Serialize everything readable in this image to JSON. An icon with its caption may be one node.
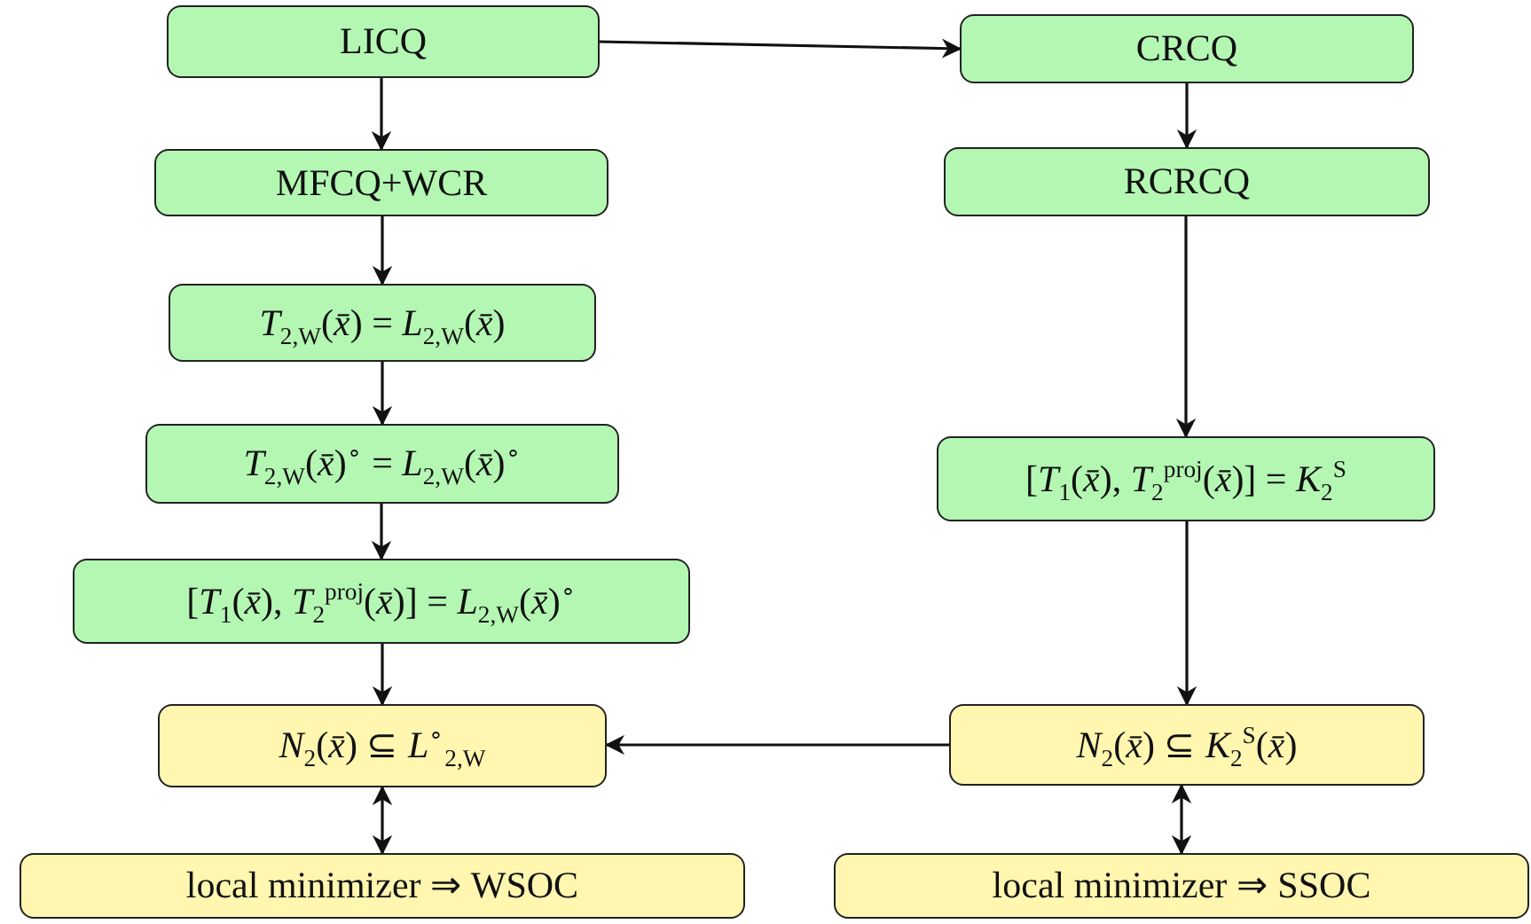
{
  "diagram": {
    "nodes": [
      {
        "text": [
          "LICQ"
        ]
      },
      {
        "text": [
          "CRCQ"
        ]
      },
      {
        "text": [
          "MFCQ+WCR"
        ]
      },
      {
        "text": [
          "RCRCQ"
        ]
      },
      {
        "text": [
          "*T*$_{2,W}$(*x̄*) = *L*$_{2,W}$(*x̄*)"
        ]
      },
      {
        "text": [
          "*T*$_{2,W}$(*x̄*)$^{∘}$ = *L*$_{2,W}$(*x̄*)$^{∘}$"
        ]
      },
      {
        "text": [
          "[*T*$_{1}$(*x̄*), *T*$_{2}$$^{proj}$(*x̄*)] = *K*$_{2}$$^{S}$"
        ]
      },
      {
        "text": [
          "[*T*$_{1}$(*x̄*), *T*$_{2}$$^{proj}$(*x̄*)] = *L*$_{2,W}$(*x̄*)$^{∘}$"
        ]
      },
      {
        "text": [
          "*N*$_{2}$(*x̄*) ⊆ *L*$^{∘}$$_{2,W}$"
        ]
      },
      {
        "text": [
          "*N*$_{2}$(*x̄*) ⊆ *K*$_{2}$$^{S}$(*x̄*)"
        ]
      },
      {
        "text": [
          "local minimizer ⇒ WSOC"
        ]
      },
      {
        "text": [
          "local minimizer ⇒ SSOC"
        ]
      }
    ],
    "edges": [
      {
        "from": 0,
        "to": 1,
        "arrow": "to"
      },
      {
        "from": 0,
        "to": 2,
        "arrow": "to"
      },
      {
        "from": 2,
        "to": 4,
        "arrow": "to"
      },
      {
        "from": 4,
        "to": 5,
        "arrow": "to"
      },
      {
        "from": 5,
        "to": 7,
        "arrow": "to"
      },
      {
        "from": 7,
        "to": 8,
        "arrow": "to"
      },
      {
        "from": 1,
        "to": 3,
        "arrow": "to"
      },
      {
        "from": 3,
        "to": 6,
        "arrow": "to"
      },
      {
        "from": 6,
        "to": 9,
        "arrow": "to"
      },
      {
        "from": 9,
        "to": 8,
        "arrow": "to"
      },
      {
        "from": 8,
        "to": 10,
        "arrow": "both"
      },
      {
        "from": 9,
        "to": 11,
        "arrow": "both"
      }
    ]
  }
}
